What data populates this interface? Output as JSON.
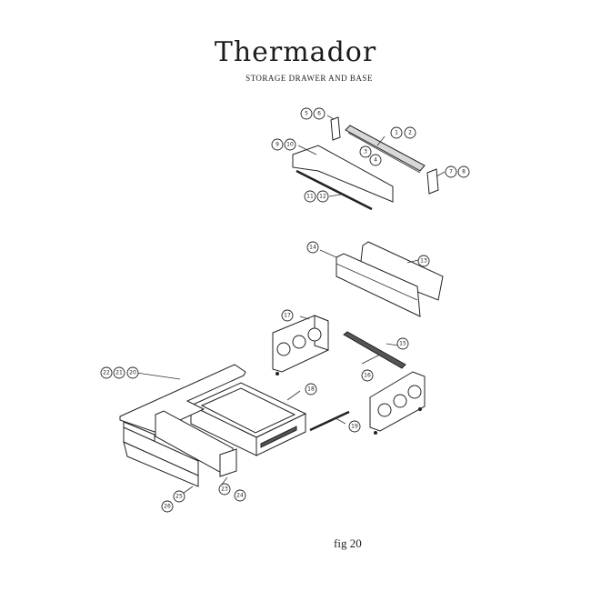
{
  "header": {
    "brand": "Thermador",
    "subtitle": "STORAGE DRAWER AND BASE"
  },
  "footer": {
    "figure_label": "fig 20"
  },
  "callouts": [
    "1",
    "2",
    "3",
    "4",
    "5",
    "6",
    "7",
    "8",
    "9",
    "10",
    "11",
    "12",
    "13",
    "14",
    "15",
    "16",
    "17",
    "18",
    "19",
    "20",
    "21",
    "22",
    "23",
    "24",
    "25",
    "26"
  ]
}
